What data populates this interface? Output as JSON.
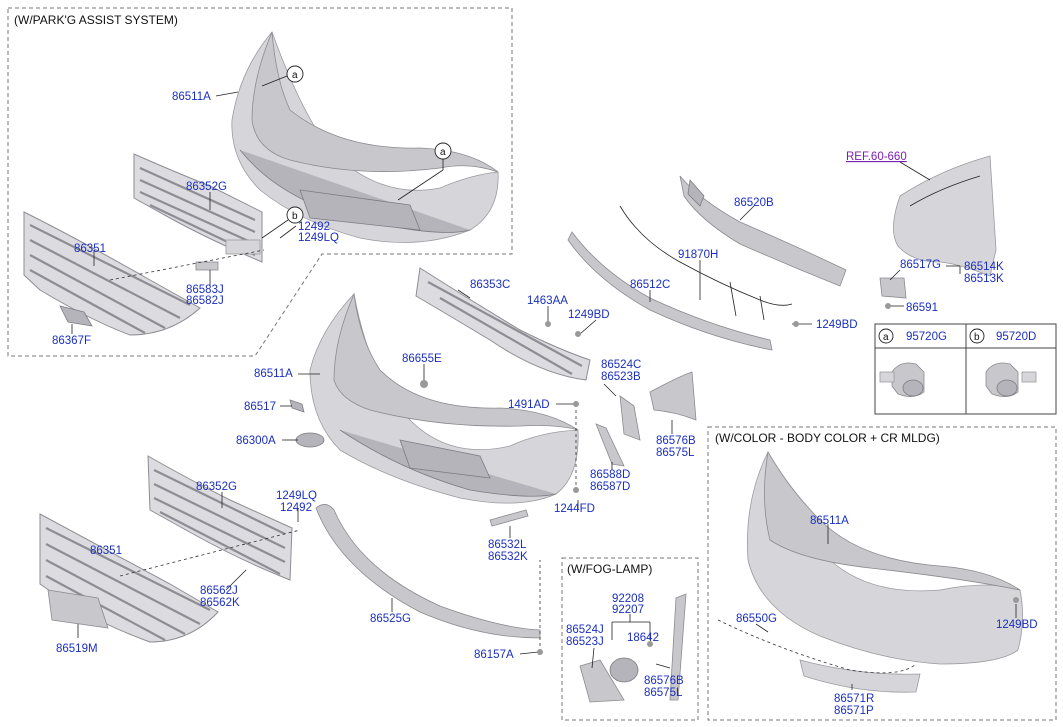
{
  "panels": {
    "park_assist_title": "(W/PARK'G ASSIST SYSTEM)",
    "body_color_title": "(W/COLOR - BODY COLOR + CR MLDG)",
    "fog_lamp_title": "(W/FOG-LAMP)"
  },
  "ref_label": "REF.60-660",
  "sensor_box": {
    "a_marker": "a",
    "a_part": "95720G",
    "b_marker": "b",
    "b_part": "95720D"
  },
  "callouts": {
    "a_marker": "a",
    "b_marker": "b"
  },
  "labels": {
    "p86511A_top": "86511A",
    "p86352G_top": "86352G",
    "p12492_top": "12492",
    "p1249LQ_top": "1249LQ",
    "p86351_top": "86351",
    "p86583J": "86583J",
    "p86582J": "86582J",
    "p86367F": "86367F",
    "p86520B": "86520B",
    "p91870H": "91870H",
    "p86353C": "86353C",
    "p1463AA": "1463AA",
    "p1249BD_mid": "1249BD",
    "p86512C": "86512C",
    "p1249BD_right": "1249BD",
    "p86517G": "86517G",
    "p86514K": "86514K",
    "p86513K": "86513K",
    "p86591": "86591",
    "p86655E": "86655E",
    "p86511A_mid": "86511A",
    "p86517": "86517",
    "p86300A": "86300A",
    "p86524C": "86524C",
    "p86523B": "86523B",
    "p1491AD": "1491AD",
    "p86576B_mid": "86576B",
    "p86575L_mid": "86575L",
    "p86588D": "86588D",
    "p86587D": "86587D",
    "p1244FD": "1244FD",
    "p86352G_bot": "86352G",
    "p1249LQ_bot": "1249LQ",
    "p12492_bot": "12492",
    "p86351_bot": "86351",
    "p86562J": "86562J",
    "p86562K": "86562K",
    "p86532L": "86532L",
    "p86532K": "86532K",
    "p86519M": "86519M",
    "p86525G": "86525G",
    "p86157A": "86157A",
    "p92208": "92208",
    "p92207": "92207",
    "p86524J": "86524J",
    "p86523J": "86523J",
    "p18642": "18642",
    "p86576B_fog": "86576B",
    "p86575L_fog": "86575L",
    "p86511A_right": "86511A",
    "p86550G": "86550G",
    "p1249BD_far": "1249BD",
    "p86571R": "86571R",
    "p86571P": "86571P"
  },
  "colors": {
    "part_number": "#1a2fc0",
    "reference_link": "#7a1fb0",
    "part_shading": "#c8c8cc"
  }
}
